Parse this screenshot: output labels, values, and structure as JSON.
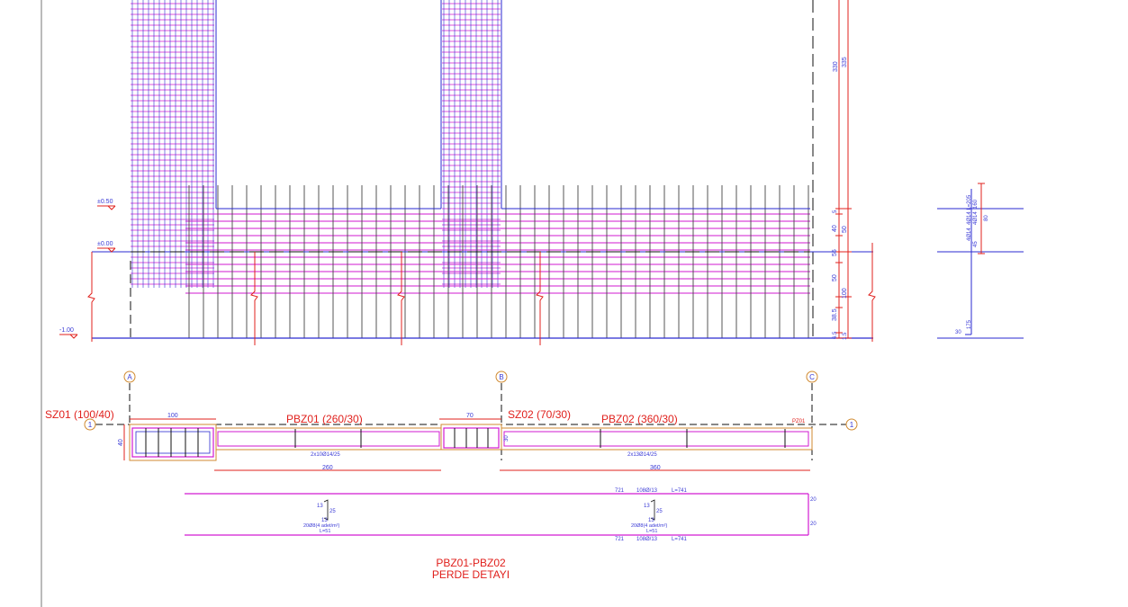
{
  "colors": {
    "magenta": "#d21ad2",
    "blue": "#2a2ad0",
    "red": "#e0201c",
    "black": "#111111",
    "orange": "#d08a30",
    "grid_dark": "#444444"
  },
  "elevation_marks": {
    "top": "±0.50",
    "zero": "±0.00",
    "bottom": "-1.00"
  },
  "vertical_dims": {
    "upper_1": "330",
    "upper_2": "335",
    "seg_5": "5",
    "seg_40": "40",
    "seg_50a": "50",
    "seg_55": "55",
    "seg_50b": "50",
    "seg_100": "100",
    "seg_38_5": "38.5",
    "seg_6_5": "6.5",
    "seg_1_5": "1.5"
  },
  "section_detail": {
    "d1": "4Ø14  L=205",
    "d2": "4Ø14",
    "d3": "160",
    "d4": "4Ø14",
    "d5": "45",
    "d6": "80",
    "d7": "175",
    "d8": "30"
  },
  "axes": {
    "a": "A",
    "b": "B",
    "c": "C",
    "row_left": "1",
    "row_right": "1"
  },
  "plan": {
    "sz01_label": "SZ01 (100/40)",
    "sz02_label": "SZ02 (70/30)",
    "pbz01_label": "PBZ01 (260/30)",
    "pbz02_label": "PBZ02 (360/30)",
    "pz_tag": "PZ01",
    "dim_100": "100",
    "dim_70": "70",
    "dim_40": "40",
    "dim_30": "30",
    "rebar_left": "2x10Ø14/25",
    "rebar_right": "2x13Ø14/25",
    "span_260": "260",
    "span_360": "360"
  },
  "rebar_schedule": {
    "top_721": "721",
    "top_code": "108Ø/13",
    "top_len": "L=741",
    "bot_721": "721",
    "bot_code": "108Ø/13",
    "bot_len": "L=741",
    "hook_13_a": "13",
    "hook_25_a": "25",
    "hook_13_b": "13",
    "hook_a_count": "20Ø8(4 adet/m²)",
    "hook_a_len": "L=51",
    "hook_13_c": "13",
    "hook_25_c": "25",
    "hook_13_d": "13",
    "hook_b_count": "20Ø8(4 adet/m²)",
    "hook_b_len": "L=51",
    "right_20_a": "20",
    "right_20_b": "20"
  },
  "title": {
    "line1": "PBZ01-PBZ02",
    "line2": "PERDE DETAYI"
  }
}
